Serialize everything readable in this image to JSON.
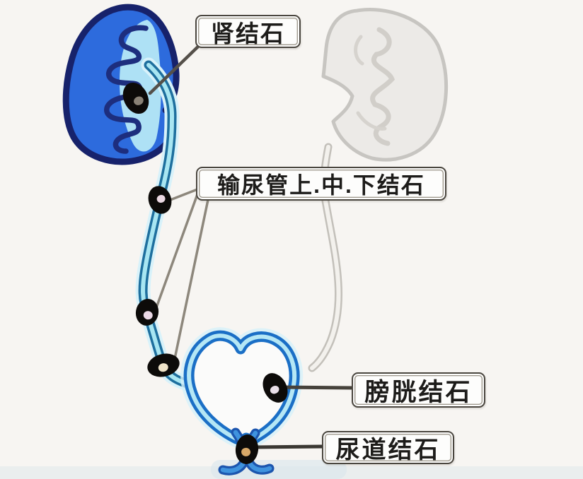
{
  "diagram": {
    "labels": {
      "kidney_stone": "肾结石",
      "ureter_stones": "输尿管上.中.下结石",
      "bladder_stone": "膀胱结石",
      "urethra_stone": "尿道结石"
    },
    "colors": {
      "background": "#f7f5f2",
      "kidney_fill": "#2d6bdd",
      "kidney_outline": "#17226b",
      "calyx_band": "#b5e8f6",
      "calyx_squiggle": "#1d2e7e",
      "ureter_dark": "#1e6f9e",
      "ureter_light": "#a8e6f2",
      "ureter_glow": "#d8f2fa",
      "bladder_outline": "#1b6fc6",
      "bladder_inner_line": "#b5e7f5",
      "urethra_dark": "#1c55ae",
      "urethra_light": "#3f93de",
      "faded_organ_line": "#c7c5c1",
      "faded_organ_fill": "#eceae7",
      "stone": "#0d0b09",
      "leader_dark": "#46423b",
      "leader_light": "#8d877c",
      "label_border": "#4a463f",
      "label_bg": "#fdfdfc",
      "label_text": "#1d1c1a"
    },
    "parts": [
      {
        "name": "left-kidney",
        "style": "highlighted-blue",
        "stones": 1
      },
      {
        "name": "right-kidney",
        "style": "faded-gray",
        "stones": 0
      },
      {
        "name": "left-ureter",
        "style": "highlighted-blue",
        "stones": 3
      },
      {
        "name": "bladder",
        "style": "highlighted-blue",
        "stones": 1
      },
      {
        "name": "urethra",
        "style": "highlighted-blue",
        "stones": 1
      }
    ]
  }
}
